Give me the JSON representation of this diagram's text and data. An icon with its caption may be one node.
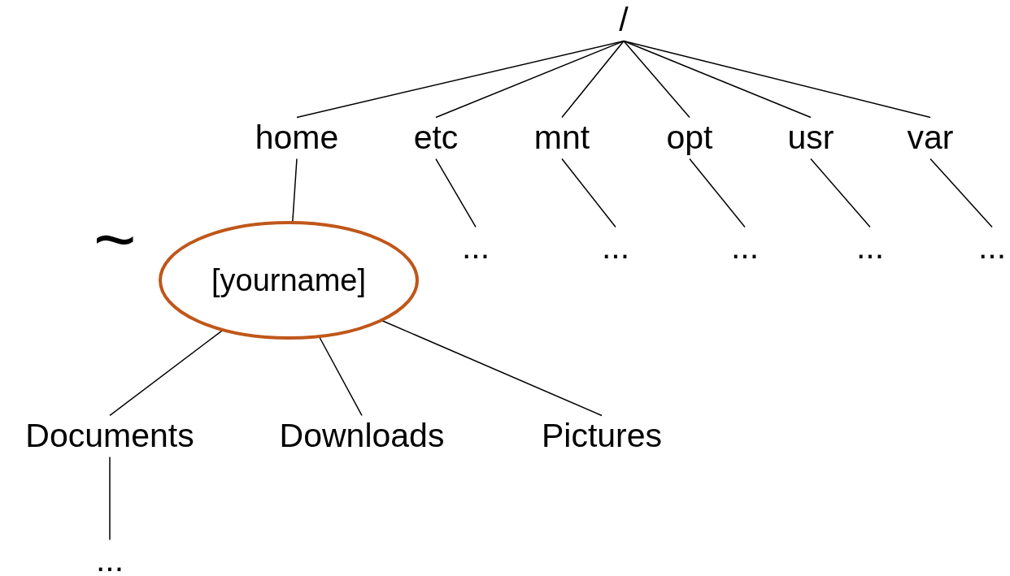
{
  "diagram": {
    "nodes": [
      {
        "text": [
          "/"
        ]
      },
      {
        "text": [
          "home"
        ]
      },
      {
        "text": [
          "etc"
        ]
      },
      {
        "text": [
          "mnt"
        ]
      },
      {
        "text": [
          "opt"
        ]
      },
      {
        "text": [
          "usr"
        ]
      },
      {
        "text": [
          "var"
        ]
      },
      {
        "text": [
          "[yourname]"
        ],
        "beside": [
          "~"
        ]
      },
      {
        "text": [
          "..."
        ]
      },
      {
        "text": [
          "..."
        ]
      },
      {
        "text": [
          "..."
        ]
      },
      {
        "text": [
          "..."
        ]
      },
      {
        "text": [
          "..."
        ]
      },
      {
        "text": [
          "Documents"
        ]
      },
      {
        "text": [
          "Downloads"
        ]
      },
      {
        "text": [
          "Pictures"
        ]
      },
      {
        "text": [
          "..."
        ]
      }
    ],
    "edges": [
      {
        "from": 0,
        "to": 1,
        "arrow": "none"
      },
      {
        "from": 0,
        "to": 2,
        "arrow": "none"
      },
      {
        "from": 0,
        "to": 3,
        "arrow": "none"
      },
      {
        "from": 0,
        "to": 4,
        "arrow": "none"
      },
      {
        "from": 0,
        "to": 5,
        "arrow": "none"
      },
      {
        "from": 0,
        "to": 6,
        "arrow": "none"
      },
      {
        "from": 1,
        "to": 7,
        "arrow": "none"
      },
      {
        "from": 2,
        "to": 8,
        "arrow": "none"
      },
      {
        "from": 3,
        "to": 9,
        "arrow": "none"
      },
      {
        "from": 4,
        "to": 10,
        "arrow": "none"
      },
      {
        "from": 5,
        "to": 11,
        "arrow": "none"
      },
      {
        "from": 6,
        "to": 12,
        "arrow": "none"
      },
      {
        "from": 7,
        "to": 13,
        "arrow": "none"
      },
      {
        "from": 7,
        "to": 14,
        "arrow": "none"
      },
      {
        "from": 7,
        "to": 15,
        "arrow": "none"
      },
      {
        "from": 13,
        "to": 16,
        "arrow": "none"
      }
    ]
  }
}
